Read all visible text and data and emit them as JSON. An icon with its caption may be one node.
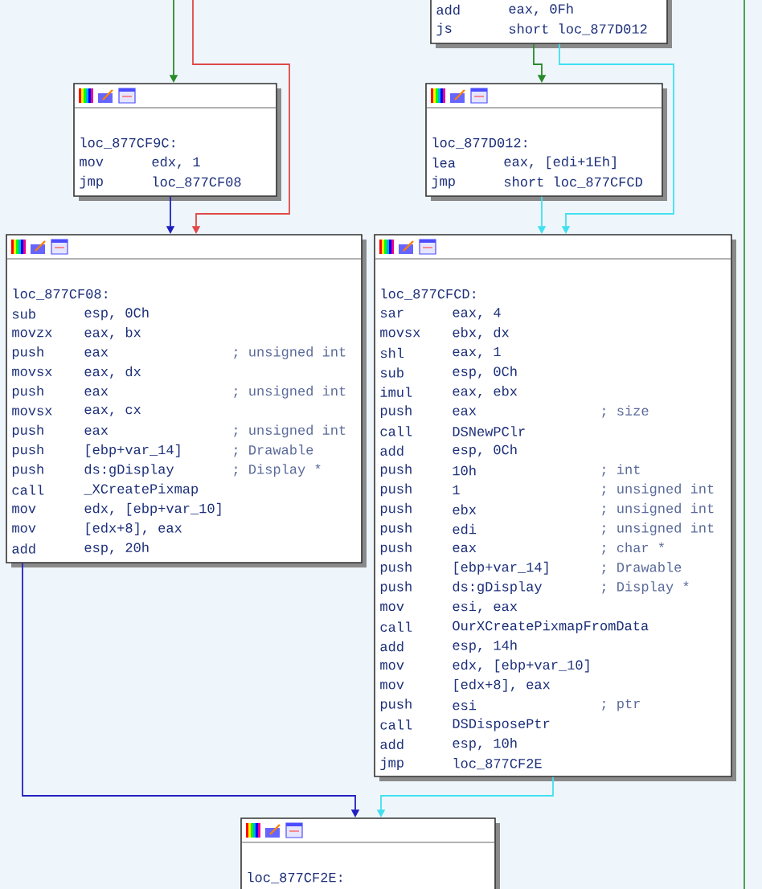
{
  "diagram": {
    "nodes": [
      {
        "text": [
          "add",
          "eax, 0Fh",
          "js",
          "short loc_877D012"
        ]
      },
      {
        "text": [
          "loc_877CF9C:",
          "mov",
          "edx, 1",
          "jmp",
          "loc_877CF08"
        ]
      },
      {
        "text": [
          "loc_877D012:",
          "lea",
          "eax, [edi+1Eh]",
          "jmp",
          "short loc_877CFCD"
        ]
      },
      {
        "text": [
          "loc_877CF08:",
          "sub",
          "esp, 0Ch",
          "movzx",
          "eax, bx",
          "push",
          "eax",
          "; unsigned int",
          "movsx",
          "eax, dx",
          "push",
          "eax",
          "; unsigned int",
          "movsx",
          "eax, cx",
          "push",
          "eax",
          "; unsigned int",
          "push",
          "[ebp+var_14]",
          "; Drawable",
          "push",
          "ds:gDisplay",
          "; Display *",
          "call",
          "_XCreatePixmap",
          "mov",
          "edx, [ebp+var_10]",
          "mov",
          "[edx+8], eax",
          "add",
          "esp, 20h"
        ]
      },
      {
        "text": [
          "loc_877CFCD:",
          "sar",
          "eax, 4",
          "movsx",
          "ebx, dx",
          "shl",
          "eax, 1",
          "sub",
          "esp, 0Ch",
          "imul",
          "eax, ebx",
          "push",
          "eax",
          "; size",
          "call",
          "DSNewPClr",
          "add",
          "esp, 0Ch",
          "push",
          "10h",
          "; int",
          "push",
          "1",
          "; unsigned int",
          "push",
          "ebx",
          "; unsigned int",
          "push",
          "edi",
          "; unsigned int",
          "push",
          "eax",
          "; char *",
          "push",
          "[ebp+var_14]",
          "; Drawable",
          "push",
          "ds:gDisplay",
          "; Display *",
          "mov",
          "esi, eax",
          "call",
          "OurXCreatePixmapFromData",
          "add",
          "esp, 14h",
          "mov",
          "edx, [ebp+var_10]",
          "mov",
          "[edx+8], eax",
          "push",
          "esi",
          "; ptr",
          "call",
          "DSDisposePtr",
          "add",
          "esp, 10h",
          "jmp",
          "loc_877CF2E"
        ]
      },
      {
        "text": [
          "loc_877CF2E:"
        ]
      }
    ],
    "edges": [
      {
        "from": null,
        "to": 1,
        "arrow": "to",
        "color": "#2a8a2a"
      },
      {
        "from": null,
        "to": 3,
        "arrow": "to",
        "color": "#e04848"
      },
      {
        "from": 0,
        "to": 2,
        "arrow": "to",
        "color": "#2a8a2a"
      },
      {
        "from": 0,
        "to": 4,
        "arrow": "to",
        "color": "#40e0f0"
      },
      {
        "from": 2,
        "to": 4,
        "arrow": "to",
        "color": "#40e0f0"
      },
      {
        "from": 1,
        "to": 3,
        "arrow": "to",
        "color": "#2020c0"
      },
      {
        "from": 3,
        "to": 5,
        "arrow": "to",
        "color": "#2020c0"
      },
      {
        "from": 4,
        "to": 5,
        "arrow": "to",
        "color": "#40e0f0"
      }
    ]
  }
}
